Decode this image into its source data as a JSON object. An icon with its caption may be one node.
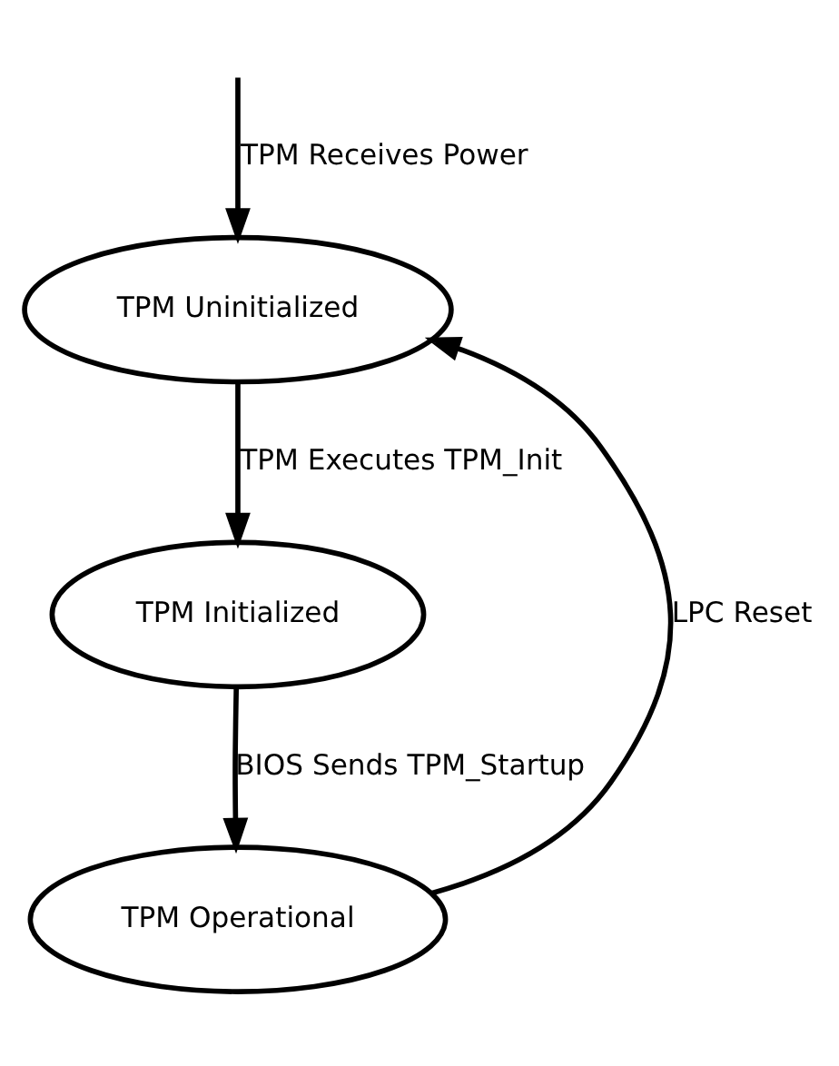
{
  "diagram": {
    "nodes": [
      {
        "text": [
          "TPM Uninitialized"
        ]
      },
      {
        "text": [
          "TPM Initialized"
        ]
      },
      {
        "text": [
          "TPM Operational"
        ]
      }
    ],
    "edges": [
      {
        "from": null,
        "to": 0,
        "arrow": "to",
        "label": "TPM Receives Power"
      },
      {
        "from": 0,
        "to": 1,
        "arrow": "to",
        "label": "TPM Executes TPM_Init"
      },
      {
        "from": 1,
        "to": 2,
        "arrow": "to",
        "label": "BIOS Sends TPM_Startup"
      },
      {
        "from": 2,
        "to": 0,
        "arrow": "to",
        "label": "LPC Reset"
      }
    ]
  }
}
